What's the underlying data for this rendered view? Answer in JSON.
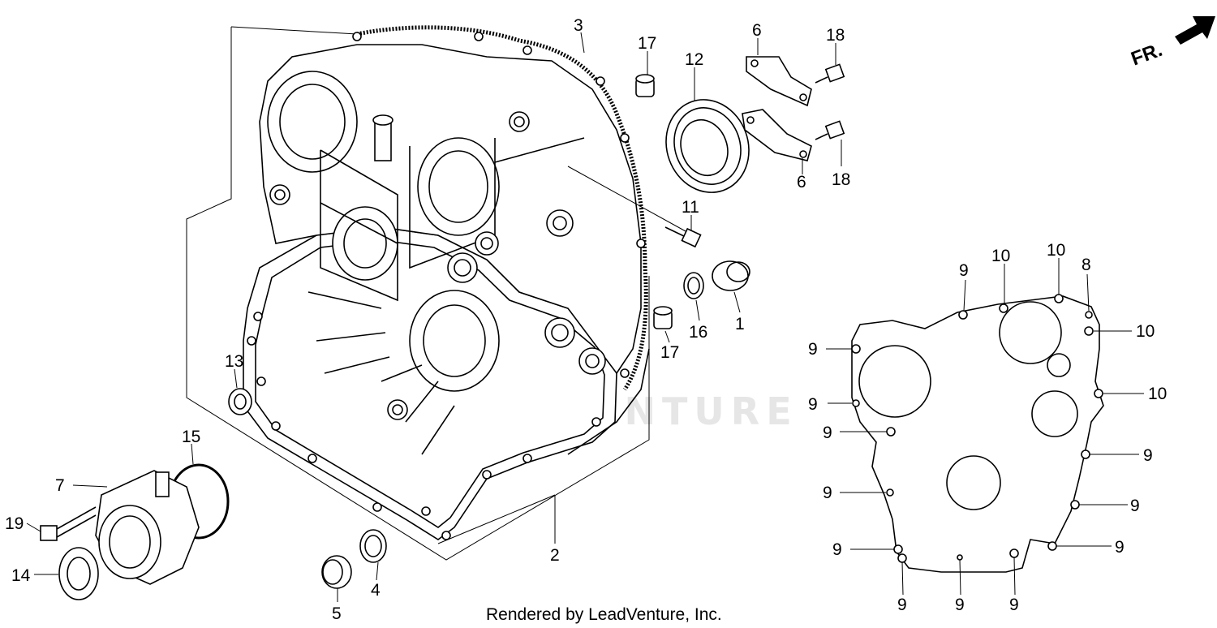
{
  "footer": "Rendered by LeadVenture, Inc.",
  "direction_label": "FR.",
  "watermark": "LEADVENTURE",
  "callouts": {
    "c1": "1",
    "c2": "2",
    "c3": "3",
    "c4": "4",
    "c5": "5",
    "c6a": "6",
    "c6b": "6",
    "c7": "7",
    "c8": "8",
    "c9a": "9",
    "c9b": "9",
    "c9c": "9",
    "c9d": "9",
    "c9e": "9",
    "c9f": "9",
    "c9g": "9",
    "c9h": "9",
    "c9i": "9",
    "c9j": "9",
    "c9k": "9",
    "c9l": "9",
    "c10a": "10",
    "c10b": "10",
    "c10c": "10",
    "c10d": "10",
    "c11": "11",
    "c12": "12",
    "c13": "13",
    "c14": "14",
    "c15": "15",
    "c16": "16",
    "c17a": "17",
    "c17b": "17",
    "c18a": "18",
    "c18b": "18",
    "c19": "19"
  }
}
